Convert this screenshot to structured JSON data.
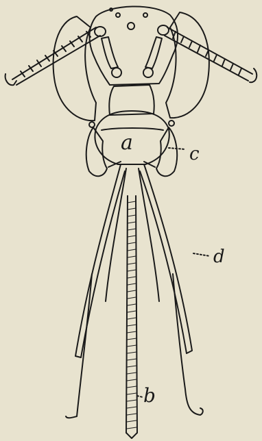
{
  "labels": {
    "a": "a",
    "b": "b",
    "c": "c",
    "d": "d"
  },
  "colors": {
    "paper": "#e8e3cf",
    "ink": "#1a1a1a"
  }
}
